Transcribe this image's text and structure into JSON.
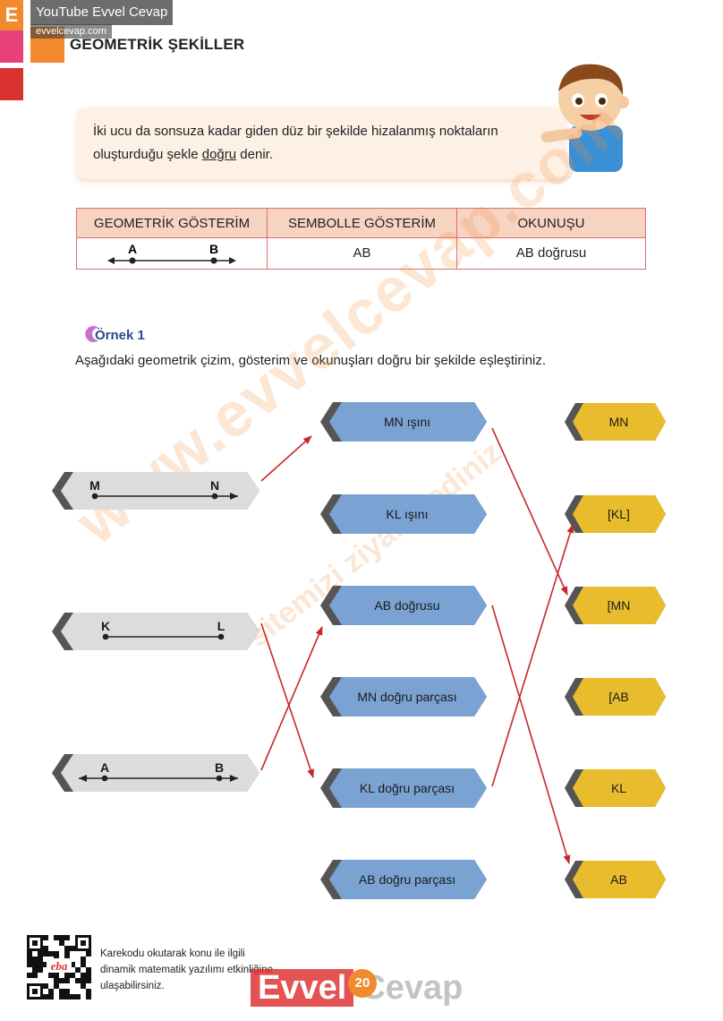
{
  "header": {
    "tab_letter": "E",
    "youtube_label": "YouTube Evvel Cevap",
    "site_label": "evvelcevap.com",
    "page_title": "GEOMETRİK ŞEKİLLER"
  },
  "definition": {
    "line1": "İki ucu da sonsuza kadar giden düz bir şekilde hizalanmış noktaların",
    "line2_before": "oluşturduğu şekle ",
    "line2_term": "doğru",
    "line2_after": " denir."
  },
  "table": {
    "headers": [
      "GEOMETRİK GÖSTERİM",
      "SEMBOLLE GÖSTERİM",
      "OKUNUŞU"
    ],
    "figure_points": [
      "A",
      "B"
    ],
    "symbol": "AB",
    "reading": "AB doğrusu"
  },
  "example": {
    "label": "Örnek 1",
    "instruction": "Aşağıdaki geometrik çizim, gösterim ve okunuşları doğru bir şekilde eşleştiriniz."
  },
  "left_figures": [
    {
      "p1": "M",
      "p2": "N",
      "kind": "ray"
    },
    {
      "p1": "K",
      "p2": "L",
      "kind": "segment"
    },
    {
      "p1": "A",
      "p2": "B",
      "kind": "line"
    }
  ],
  "middle_labels": [
    "MN ışını",
    "KL ışını",
    "AB doğrusu",
    "MN doğru parçası",
    "KL doğru parçası",
    "AB doğru parçası"
  ],
  "right_labels": [
    "MN",
    "[KL]",
    "[MN",
    "[AB",
    "KL",
    "AB"
  ],
  "watermark": {
    "main": "www.evvelcevap.com",
    "sub": "sitemizi ziyaret ediniz"
  },
  "footer": {
    "qr_badge": "eba",
    "qr_line1": "Karekodu okutarak konu ile ilgili",
    "qr_line2": "dinamik matematik yazılımı etkinliğine",
    "qr_line3": "ulaşabilirsiniz.",
    "logo_part1": "Evvel",
    "logo_part2": "Cevap",
    "page_number": "20"
  },
  "colors": {
    "accent_orange": "#f08a2c",
    "blue_tag": "#7aa3d3",
    "yellow_tag": "#e8bc2c",
    "grey_tag": "#dcdcdc",
    "arrow_red": "#c8262b"
  }
}
